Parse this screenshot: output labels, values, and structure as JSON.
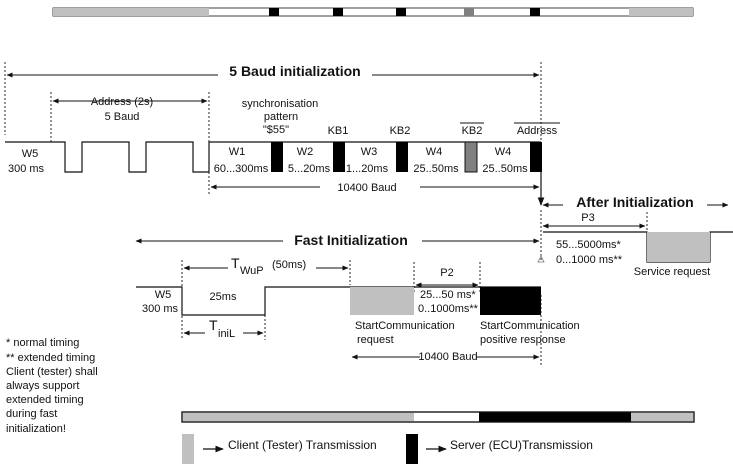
{
  "colors": {
    "client": "#c0c0c0",
    "server": "#000000",
    "kb2_inverted": "#808080",
    "line": "#111111"
  },
  "baud5": {
    "title": "5 Baud initialization",
    "address_label": "Address (2s)",
    "baud_label": "5 Baud",
    "sync_label_1": "synchronisation",
    "sync_label_2": "pattern",
    "sync_label_3": "\"$55\"",
    "kb1": "KB1",
    "kb2": "KB2",
    "kb2_inv": "KB2",
    "address": "Address",
    "w5": "W5",
    "w5_time": "300 ms",
    "w1": "W1",
    "w1_time": "60...300ms",
    "w2": "W2",
    "w2_time": "5...20ms",
    "w3": "W3",
    "w3_time": "1...20ms",
    "w4a": "W4",
    "w4a_time": "25..50ms",
    "w4b": "W4",
    "w4b_time": "25..50ms",
    "baud_rate": "10400 Baud"
  },
  "after_init": {
    "title": "After Initialization",
    "p3": "P3",
    "p3_time1": "55...5000ms*",
    "p3_time2": "0...1000 ms**",
    "service_request": "Service request"
  },
  "fast": {
    "title": "Fast Initialization",
    "twup_t": "T",
    "twup_sub": "WuP",
    "twup_sup": "(50ms)",
    "w5": "W5",
    "w5_time": "300 ms",
    "t25": "25ms",
    "tinil_t": "T",
    "tinil_sub": "iniL",
    "p2": "P2",
    "p2_time1": "25...50 ms*",
    "p2_time2": "0..1000ms**",
    "start_req_1": "StartCommunication",
    "start_req_2": "request",
    "start_pos_1": "StartCommunication",
    "start_pos_2": "positive response",
    "baud_rate": "10400 Baud"
  },
  "notes": [
    "*  normal timing",
    "** extended timing",
    "Client (tester) shall",
    "always support",
    "extended timing",
    "during fast",
    "initialization!"
  ],
  "legend": {
    "client": "Client (Tester) Transmission",
    "server": "Server (ECU)Transmission"
  }
}
